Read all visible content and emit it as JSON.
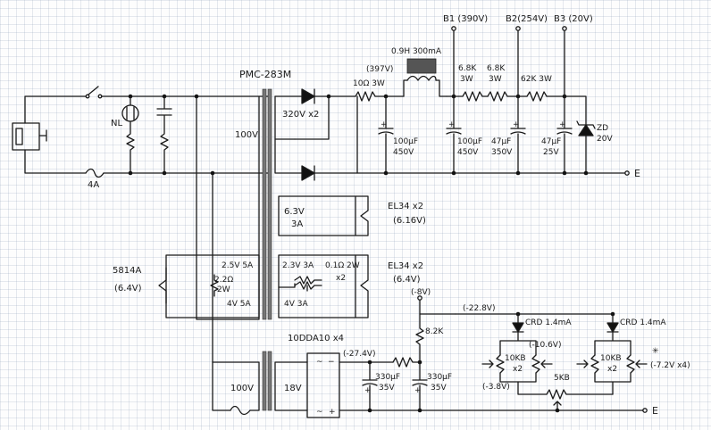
{
  "transformer": {
    "name": "PMC-283M",
    "primary": "100V",
    "hv": "320V x2"
  },
  "heater1": {
    "voltage": "6.3V",
    "current": "3A",
    "tube": "EL34 x2",
    "tube_volt": "(6.16V)"
  },
  "heater2": {
    "voltage": "2.3V 3A",
    "resistor": "0.1Ω 2W",
    "resistor_count": "x2",
    "tube": "EL34 x2",
    "tube_volt": "(6.4V)"
  },
  "rectifier_heater": {
    "winding1": "2.5V 5A",
    "resistor": "2.2Ω",
    "resistor_power": "2W",
    "winding2": "4V 5A",
    "winding3": "4V 3A",
    "tube": "5814A",
    "tube_volt": "(6.4V)"
  },
  "mains": {
    "fuse": "4A",
    "neon": "NL"
  },
  "psu": {
    "r1": "10Ω 3W",
    "v_in": "(397V)",
    "choke": "0.9H 300mA",
    "c1": "100μF",
    "c1v": "450V",
    "c2": "100μF",
    "c2v": "450V",
    "r2a": "6.8K",
    "r2b": "3W",
    "r3a": "6.8K",
    "r3b": "3W",
    "c3": "47μF",
    "c3v": "350V",
    "r4": "62K 3W",
    "c4": "47μF",
    "c4v": "25V",
    "zd": "ZD",
    "zdv": "20V",
    "b1": "B1 (390V)",
    "b2": "B2(254V)",
    "b3": "B3 (20V)",
    "ground": "E"
  },
  "bias": {
    "primary": "100V",
    "secondary": "18V",
    "diodes": "10DDA10 x4",
    "v1": "(-27.4V)",
    "c1": "330μF",
    "c1v": "35V",
    "r1": "8.2K",
    "c2": "330μF",
    "c2v": "35V",
    "out": "(-8V)",
    "v2": "(-22.8V)",
    "crd1": "CRD 1.4mA",
    "crd2": "CRD 1.4mA",
    "v3": "(-10.6V)",
    "pot1": "10KB",
    "pot1n": "x2",
    "pot2": "10KB",
    "pot2n": "x2",
    "v4": "(-3.8V)",
    "pot3": "5KB",
    "v5": "(-7.2V x4)",
    "ground": "E"
  }
}
